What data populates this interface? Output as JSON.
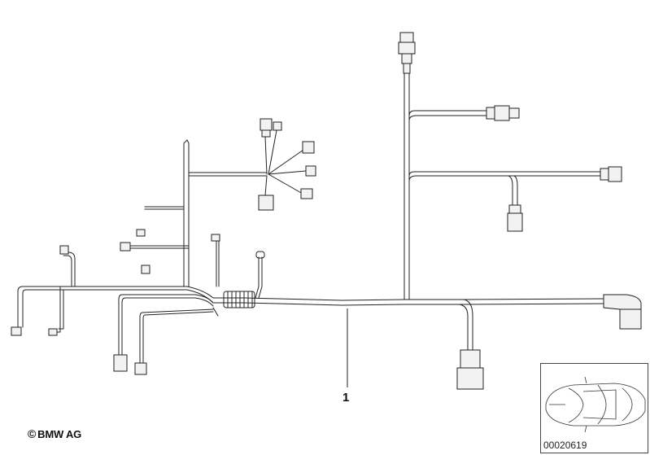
{
  "diagram": {
    "callouts": [
      {
        "label": "1"
      }
    ],
    "copyright": {
      "symbol": "©",
      "text": "BMW AG"
    },
    "inset": {
      "document_number": "00020619"
    }
  },
  "colors": {
    "line": "#222222",
    "background": "#ffffff",
    "connector_fill": "#f2f2f2"
  }
}
